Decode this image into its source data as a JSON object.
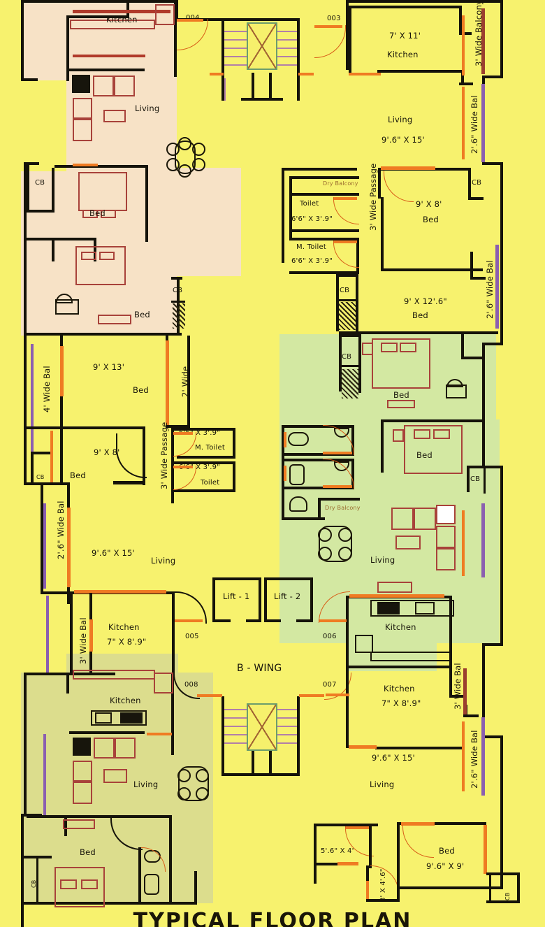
{
  "document": {
    "title": "TYPICAL FLOOR PLAN",
    "wing_label": "B - WING",
    "background_color": "#f7f26e",
    "tint_peach": "#f7e2c6",
    "tint_green": "#d3e8a2",
    "tint_olive": "#dcdd8d",
    "wall_color": "#15130a",
    "door_color": "#ef7b22",
    "furniture_color": "#a8423a",
    "balcony_rail_purple": "#8b5fb0",
    "balcony_rail_maroon": "#9b3f2f"
  },
  "core": {
    "lift_1": "Lift - 1",
    "lift_2": "Lift - 2",
    "wing": "B - WING",
    "stair_top": "staircase",
    "stair_bottom": "staircase"
  },
  "unit_numbers": {
    "n003": "003",
    "n004": "004",
    "n005": "005",
    "n006": "006",
    "n007": "007",
    "n008": "008"
  },
  "units": [
    {
      "id": "004",
      "position": "top-left",
      "tint": "peach",
      "rooms": [
        {
          "name": "Kitchen",
          "label": "Kitchen",
          "dim": ""
        },
        {
          "name": "Living",
          "label": "Living",
          "dim": ""
        },
        {
          "name": "Bed1",
          "label": "Bed",
          "dim": ""
        },
        {
          "name": "Bed2",
          "label": "Bed",
          "dim": ""
        },
        {
          "name": "Bed3",
          "label": "Bed",
          "dim": "9' X 13'"
        },
        {
          "name": "Bed4",
          "label": "Bed",
          "dim": "9' X 8'"
        }
      ],
      "closets": [
        "CB",
        "CB",
        "CB"
      ],
      "balconies": [
        "4' Wide Bal"
      ],
      "passages": [
        "2' Wide",
        "3' Wide Passage"
      ],
      "toilets": [
        {
          "label": "M. Toilet",
          "dim": "6'6\" X 3'.9\""
        },
        {
          "label": "Toilet",
          "dim": "6'6\" X 3'.9\""
        }
      ]
    },
    {
      "id": "003",
      "position": "top-right",
      "tint": "yellow",
      "rooms": [
        {
          "name": "Kitchen",
          "label": "Kitchen",
          "dim": "7' X 11'"
        },
        {
          "name": "Living",
          "label": "Living",
          "dim": "9'.6\" X 15'"
        },
        {
          "name": "Bed1",
          "label": "Bed",
          "dim": "9' X 8'"
        },
        {
          "name": "Bed2",
          "label": "Bed",
          "dim": "9' X 12'.6\""
        }
      ],
      "closets": [
        "CB",
        "CB"
      ],
      "balconies": [
        "3' Wide Balcony",
        "2'.6\" Wide Bal",
        "2'.6\" Wide Bal"
      ],
      "passages": [
        "3' Wide Passage"
      ],
      "toilets": [
        {
          "label": "Toilet",
          "dim": "6'6\" X 3'.9\""
        },
        {
          "label": "M. Toilet",
          "dim": "6'6\" X 3'.9\""
        }
      ]
    },
    {
      "id": "006",
      "position": "middle-right",
      "tint": "green",
      "rooms": [
        {
          "name": "Bed1",
          "label": "Bed",
          "dim": ""
        },
        {
          "name": "Bed2",
          "label": "Bed",
          "dim": ""
        },
        {
          "name": "Living",
          "label": "Living",
          "dim": ""
        },
        {
          "name": "Kitchen",
          "label": "Kitchen",
          "dim": ""
        }
      ],
      "closets": [
        "CB",
        "CB"
      ],
      "balconies": [],
      "passages": []
    },
    {
      "id": "005",
      "position": "middle-left",
      "tint": "yellow",
      "rooms": [
        {
          "name": "Bed",
          "label": "Bed",
          "dim": "9' X 8'"
        },
        {
          "name": "Living",
          "label": "Living",
          "dim": "9'.6\" X 15'"
        },
        {
          "name": "Kitchen",
          "label": "Kitchen",
          "dim": "7\" X 8'.9\""
        }
      ],
      "closets": [
        "CB"
      ],
      "balconies": [
        "2'.6\" Wide Bal",
        "3' Wide Bal"
      ],
      "passages": [
        "3' Wide Passage"
      ]
    },
    {
      "id": "008",
      "position": "bottom-left",
      "tint": "olive",
      "rooms": [
        {
          "name": "Kitchen",
          "label": "Kitchen",
          "dim": ""
        },
        {
          "name": "Living",
          "label": "Living",
          "dim": ""
        },
        {
          "name": "Bed",
          "label": "Bed",
          "dim": ""
        }
      ],
      "closets": [
        "CB"
      ],
      "balconies": [],
      "passages": []
    },
    {
      "id": "007",
      "position": "bottom-right",
      "tint": "yellow",
      "rooms": [
        {
          "name": "Kitchen",
          "label": "Kitchen",
          "dim": "7\" X 8'.9\""
        },
        {
          "name": "Living",
          "label": "Living",
          "dim": "9'.6\" X 15'"
        },
        {
          "name": "Bed",
          "label": "Bed",
          "dim": "9'.6\" X 9'"
        }
      ],
      "closets": [
        "CB"
      ],
      "balconies": [
        "3' Wide Bal",
        "2'.6\" Wide Bal"
      ],
      "toilets": [
        {
          "label": "",
          "dim": "5'.6\" X 4'"
        },
        {
          "label": "",
          "dim": "3' X 4'.6\""
        }
      ]
    }
  ],
  "labels": {
    "kitchen": "Kitchen",
    "living": "Living",
    "bed": "Bed",
    "toilet": "Toilet",
    "m_toilet": "M. Toilet",
    "cb": "CB",
    "dim_7x11": "7' X 11'",
    "dim_96x15": "9'.6\" X 15'",
    "dim_9x8": "9' X 8'",
    "dim_9x126": "9' X 12'.6\"",
    "dim_9x13": "9' X 13'",
    "dim_96x9": "9'.6\" X 9'",
    "dim_7x89": "7\" X 8'.9\"",
    "dim_toilet": "6'6\" X 3'.9\"",
    "dim_56x4": "5'.6\" X 4'",
    "dim_3x46": "3' X 4'.6\"",
    "bal_3_balcony": "3' Wide Balcony",
    "bal_3": "3' Wide Bal",
    "bal_26": "2'.6\" Wide Bal",
    "bal_4": "4' Wide Bal",
    "pass_3": "3' Wide Passage",
    "wide_2": "2' Wide",
    "dry_balcony": "Dry Balcony"
  }
}
